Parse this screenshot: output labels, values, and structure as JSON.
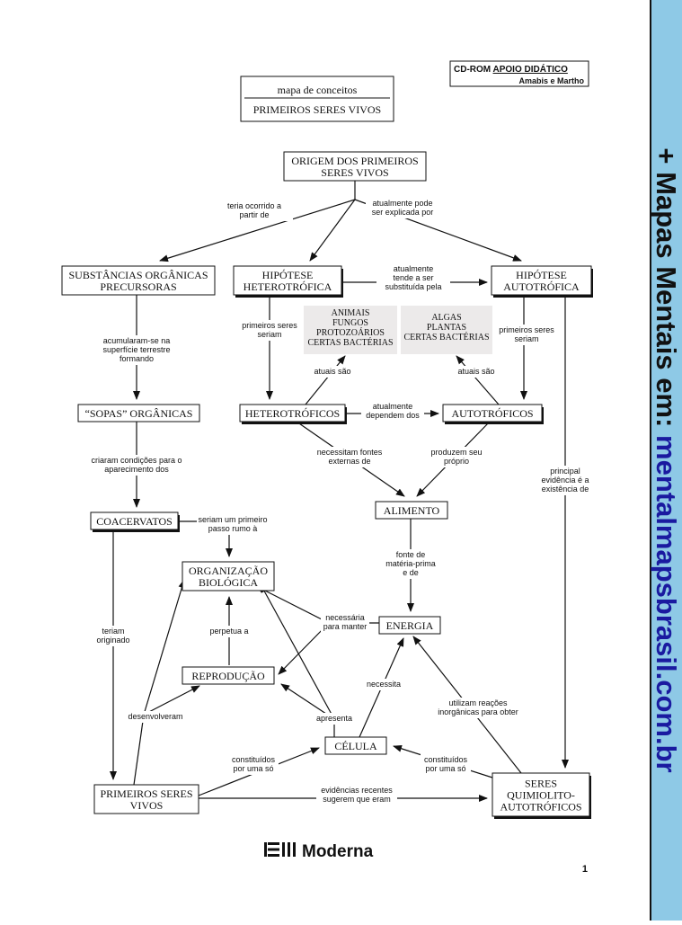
{
  "header": {
    "title_line1": "mapa de conceitos",
    "title_line2": "PRIMEIROS SERES VIVOS",
    "cdrom_prefix": "CD-ROM ",
    "cdrom_emph": "APOIO DIDÁTICO",
    "authors": "Amabis e Martho"
  },
  "nodes": {
    "origem": [
      "ORIGEM DOS PRIMEIROS",
      "SERES VIVOS"
    ],
    "substancias": [
      "SUBSTÂNCIAS ORGÂNICAS",
      "PRECURSORAS"
    ],
    "hip_hetero": [
      "HIPÓTESE",
      "HETEROTRÓFICA"
    ],
    "hip_auto": [
      "HIPÓTESE",
      "AUTOTRÓFICA"
    ],
    "sopas": [
      "“SOPAS” ORGÂNICAS"
    ],
    "heterotroficos": [
      "HETEROTRÓFICOS"
    ],
    "autotroficos": [
      "AUTOTRÓFICOS"
    ],
    "alimento": [
      "ALIMENTO"
    ],
    "coacervatos": [
      "COACERVATOS"
    ],
    "organizacao": [
      "ORGANIZAÇÃO",
      "BIOLÓGICA"
    ],
    "energia": [
      "ENERGIA"
    ],
    "reproducao": [
      "REPRODUÇÃO"
    ],
    "celula": [
      "CÉLULA"
    ],
    "primeiros": [
      "PRIMEIROS SERES",
      "VIVOS"
    ],
    "quimio": [
      "SERES",
      "QUIMIOLITO-",
      "AUTOTRÓFICOS"
    ]
  },
  "examples": {
    "hetero": [
      "ANIMAIS",
      "FUNGOS",
      "PROTOZOÁRIOS",
      "CERTAS BACTÉRIAS"
    ],
    "auto": [
      "ALGAS",
      "PLANTAS",
      "CERTAS BACTÉRIAS"
    ]
  },
  "edge_labels": {
    "teria": [
      "teria ocorrido a",
      "partir de"
    ],
    "atualmente_pode": [
      "atualmente pode",
      "ser explicada por"
    ],
    "tende": [
      "atualmente",
      "tende a ser",
      "substituída pela"
    ],
    "acumularam": [
      "acumularam-se na",
      "superfície terrestre",
      "formando"
    ],
    "primeiros_hetero": [
      "primeiros seres",
      "seriam"
    ],
    "primeiros_auto": [
      "primeiros seres",
      "seriam"
    ],
    "atuais_hetero": [
      "atuais são"
    ],
    "atuais_auto": [
      "atuais são"
    ],
    "dependem": [
      "atualmente",
      "dependem dos"
    ],
    "criaram": [
      "criaram condições para o",
      "aparecimento dos"
    ],
    "necessitam": [
      "necessitam fontes",
      "externas de"
    ],
    "produzem": [
      "produzem seu",
      "próprio"
    ],
    "principal": [
      "principal",
      "evidência é a",
      "existência de"
    ],
    "seriam_passo": [
      "seriam um primeiro",
      "passo rumo à"
    ],
    "fonte": [
      "fonte de",
      "matéria-prima",
      "e de"
    ],
    "teriam": [
      "teriam",
      "originado"
    ],
    "perpetua": [
      "perpetua a"
    ],
    "necessaria": [
      "necessária",
      "para manter"
    ],
    "necessita": [
      "necessita"
    ],
    "desenvolveram": [
      "desenvolveram"
    ],
    "apresenta": [
      "apresenta"
    ],
    "utilizam": [
      "utilizam reações",
      "inorgânicas para obter"
    ],
    "constituidos_left": [
      "constituídos",
      "por uma só"
    ],
    "constituidos_right": [
      "constituídos",
      "por uma só"
    ],
    "evidencias": [
      "evidências recentes",
      "sugerem que eram"
    ]
  },
  "footer": {
    "brand": "Moderna",
    "page_number": "1"
  },
  "sidebar": {
    "prefix": "+ Mapas Mentais em: ",
    "url": "mentalmapsbrasil.com.br"
  }
}
